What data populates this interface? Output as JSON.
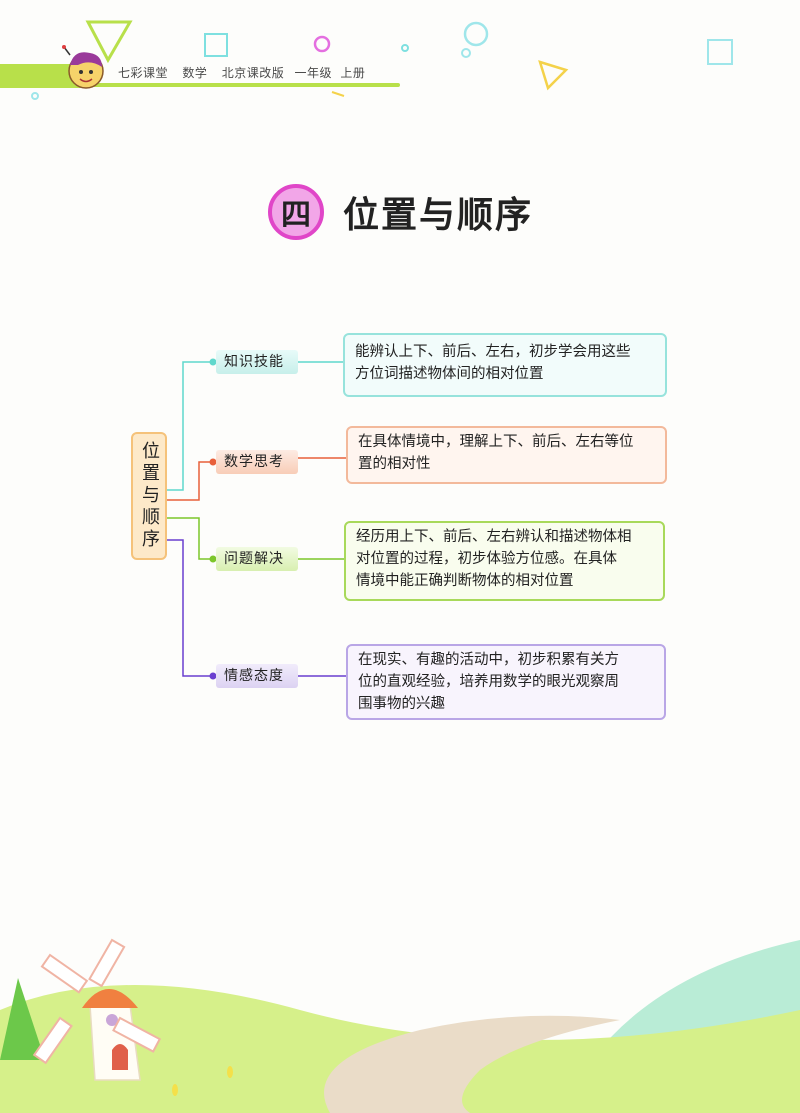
{
  "header": {
    "series": "七彩课堂",
    "subject": "数学",
    "edition": "北京课改版",
    "grade": "一年级",
    "term": "上册"
  },
  "chapter": {
    "number": "四",
    "title": "位置与顺序"
  },
  "mindmap": {
    "root": "位置与顺序",
    "branches": [
      {
        "label": "知识技能",
        "color": "#5fd8cc",
        "desc_lines": [
          "能辨认上下、前后、左右，初步学会用这些",
          "方位词描述物体间的相对位置"
        ]
      },
      {
        "label": "数学思考",
        "color": "#e8603a",
        "desc_lines": [
          "在具体情境中，理解上下、前后、左右等位",
          "置的相对性"
        ]
      },
      {
        "label": "问题解决",
        "color": "#7cc62a",
        "desc_lines": [
          "经历用上下、前后、左右辨认和描述物体相",
          "对位置的过程，初步体验方位感。在具体",
          "情境中能正确判断物体的相对位置"
        ]
      },
      {
        "label": "情感态度",
        "color": "#6a3fd0",
        "desc_lines": [
          "在现实、有趣的活动中，初步积累有关方",
          "位的直观经验，培养用数学的眼光观察周",
          "围事物的兴趣"
        ]
      }
    ]
  }
}
